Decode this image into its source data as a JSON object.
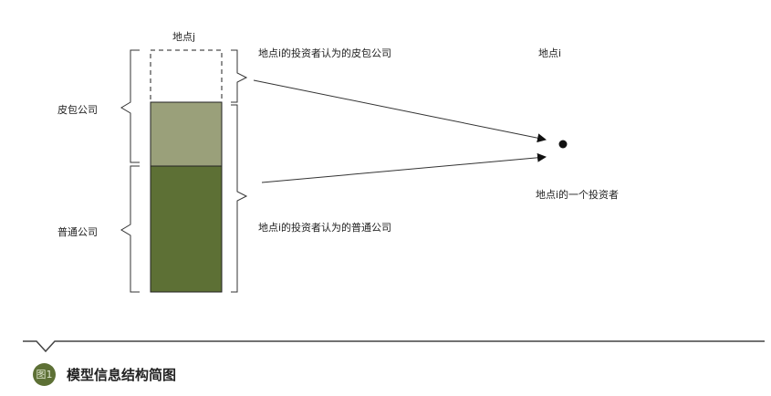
{
  "labels": {
    "location_j": "地点j",
    "location_i": "地点i",
    "shell_company": "皮包公司",
    "normal_company": "普通公司",
    "perceived_shell": "地点i的投资者认为的皮包公司",
    "perceived_normal": "地点i的投资者认为的普通公司",
    "investor": "地点i的一个投资者"
  },
  "caption": {
    "badge": "图1",
    "title": "模型信息结构简图"
  },
  "colors": {
    "shell_fill": "#9aa07a",
    "normal_fill": "#5d7035",
    "accent": "#5d7035"
  }
}
